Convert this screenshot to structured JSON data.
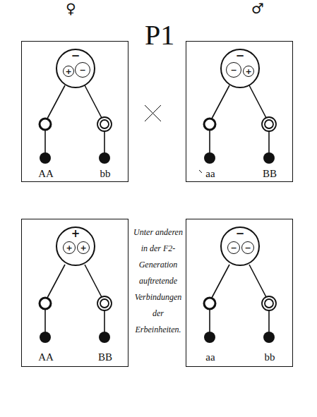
{
  "diagram": {
    "title": "P1",
    "nodes": [
      {
        "text": [
          "AA",
          "bb"
        ]
      },
      {
        "text": [
          "−"
        ],
        "in": 0
      },
      {
        "text": [
          "+"
        ],
        "in": 1
      },
      {
        "text": [
          "−"
        ],
        "in": 1
      },
      {
        "text": [
          "aa",
          "BB"
        ]
      },
      {
        "text": [
          "−"
        ],
        "in": 4
      },
      {
        "text": [
          "−"
        ],
        "in": 5
      },
      {
        "text": [
          "+"
        ],
        "in": 5
      },
      {
        "text": [
          "AA",
          "BB"
        ]
      },
      {
        "text": [
          "+"
        ],
        "in": 8
      },
      {
        "text": [
          "+"
        ],
        "in": 9
      },
      {
        "text": [
          "+"
        ],
        "in": 9
      },
      {
        "text": [
          "aa",
          "bb"
        ]
      },
      {
        "text": [
          "−"
        ],
        "in": 12
      },
      {
        "text": [
          "−"
        ],
        "in": 13
      },
      {
        "text": [
          "−"
        ],
        "in": 13
      }
    ],
    "labels": [
      "♀",
      "♂",
      "Unter anderen in der F2-Generation auftretende Verbindungen der Erbeinheiten."
    ]
  }
}
